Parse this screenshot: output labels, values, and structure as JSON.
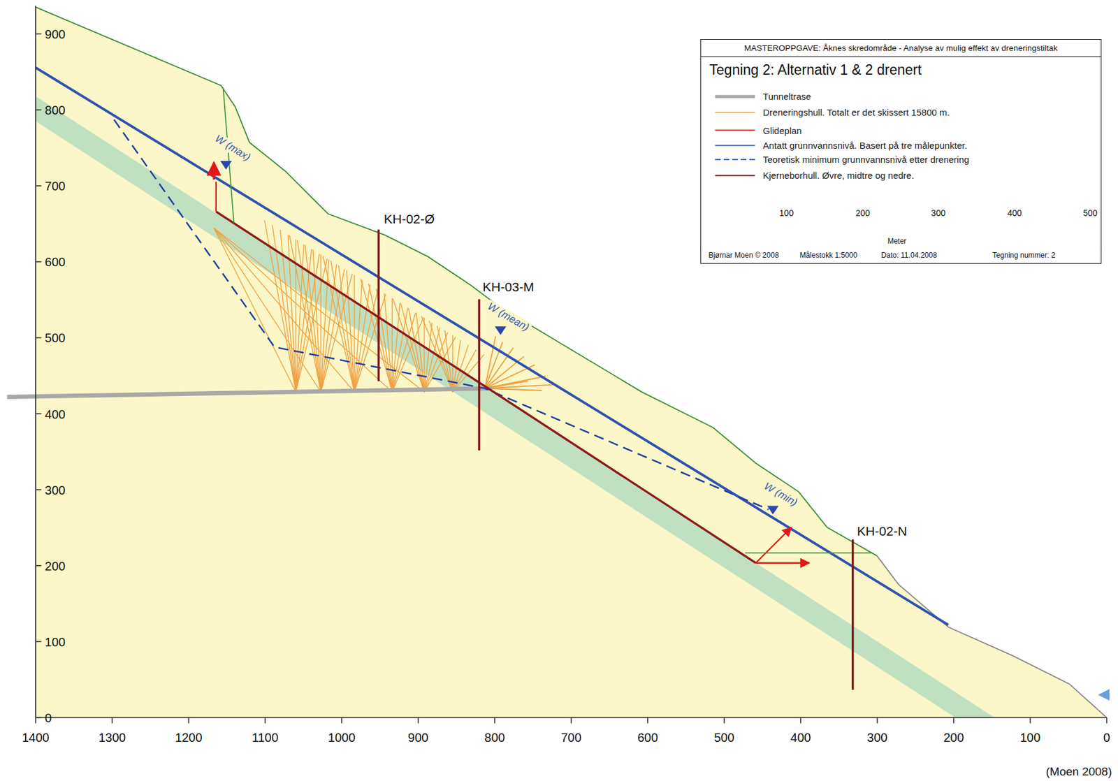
{
  "diagram": {
    "caption": "(Moen 2008)",
    "nodes": [
      {
        "text": [
          "MASTEROPPGAVE: Åknes skredområde - Analyse av mulig effekt av dreneringstiltak",
          "Tegning 2: Alternativ 1 & 2 drenert"
        ]
      }
    ],
    "edges": [],
    "labels": [
      "900",
      "800",
      "700",
      "600",
      "500",
      "400",
      "300",
      "200",
      "100",
      "0",
      "1400",
      "1300",
      "1200",
      "1100",
      "1000",
      "900",
      "800",
      "700",
      "600",
      "500",
      "400",
      "300",
      "200",
      "100",
      "0",
      "KH-02-Ø",
      "KH-03-M",
      "KH-02-N",
      "W (max)",
      "W (mean)",
      "W (min)",
      "100",
      "200",
      "300",
      "400",
      "500",
      "Meter",
      "Bjørnar Moen © 2008",
      "Målestokk 1:5000",
      "Dato: 11.04.2008",
      "Tegning  nummer: 2"
    ],
    "legend": [
      {
        "text": "Tunneltrase"
      },
      {
        "text": "Dreneringshull. Totalt er det skissert 15800 m."
      },
      {
        "text": "Glideplan"
      },
      {
        "text": "Antatt grunnvannsnivå. Basert på tre målepunkter."
      },
      {
        "text": "Teoretisk minimum grunnvannsnivå etter drenering"
      },
      {
        "text": "Kjerneborhull. Øvre, midtre og nedre."
      }
    ]
  }
}
